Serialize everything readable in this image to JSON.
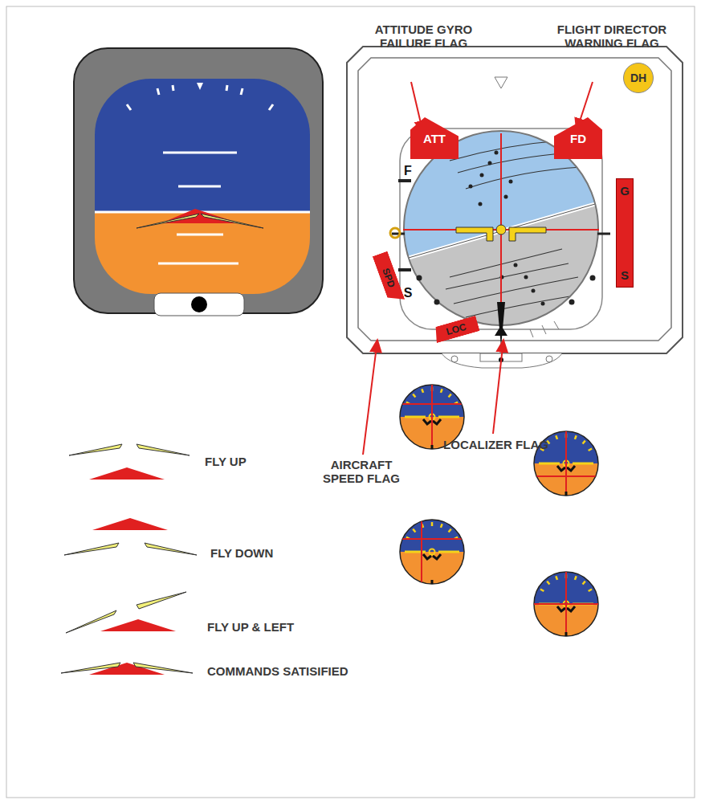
{
  "diagram": {
    "nodes": [
      {
        "text": [
          "DH"
        ]
      },
      {
        "text": [
          "ATT"
        ]
      },
      {
        "text": [
          "FD"
        ]
      },
      {
        "text": [
          "G",
          "S"
        ]
      },
      {
        "text": [
          "SPD"
        ]
      },
      {
        "text": [
          "LOC"
        ]
      }
    ],
    "labels": [
      "ATTITUDE GYRO FAILURE FLAG",
      "FLIGHT DIRECTOR WARNING FLAG",
      "F",
      "S",
      "AIRCRAFT SPEED FLAG",
      "LOCALIZER FLAG",
      "FLY UP",
      "FLY DOWN",
      "FLY UP & LEFT",
      "COMMANDS SATISIFIED"
    ]
  }
}
